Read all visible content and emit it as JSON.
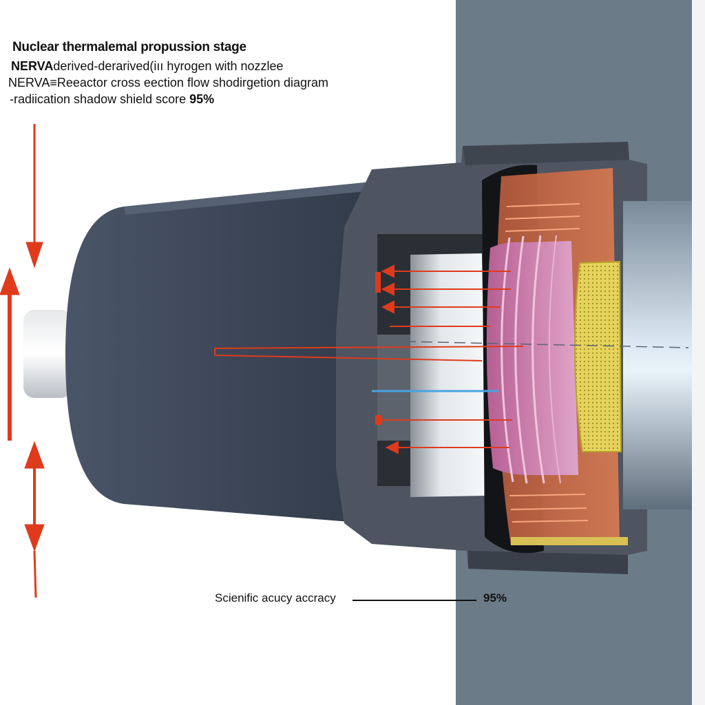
{
  "header": {
    "title": "Nuclear thermalemal propussion stage",
    "line2_prefix": "NERVA",
    "line2_rest": "derived-derarived(iıı hyrogen with nozzlee",
    "line3": "NERVA≡Reeactor cross eection flow shodirgetion diagram",
    "line4_prefix": "‐radiication shadow shield score ",
    "line4_value": "95%"
  },
  "footer": {
    "accuracy_label": "Scienific acucy accracy",
    "accuracy_value": "95%"
  },
  "colors": {
    "backdrop": "#6b7b87",
    "body": "#3f4a5a",
    "flange": "#4e5560",
    "arrow": "#e03a1c",
    "core": "#c87a9a",
    "shield": "#e3cf5a"
  }
}
